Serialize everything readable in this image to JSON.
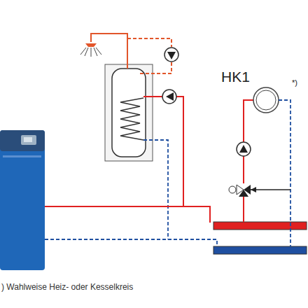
{
  "diagram": {
    "caption": ") Wahlweise Heiz- oder Kesselkreis",
    "labels": [
      "HK1",
      "*)"
    ]
  }
}
